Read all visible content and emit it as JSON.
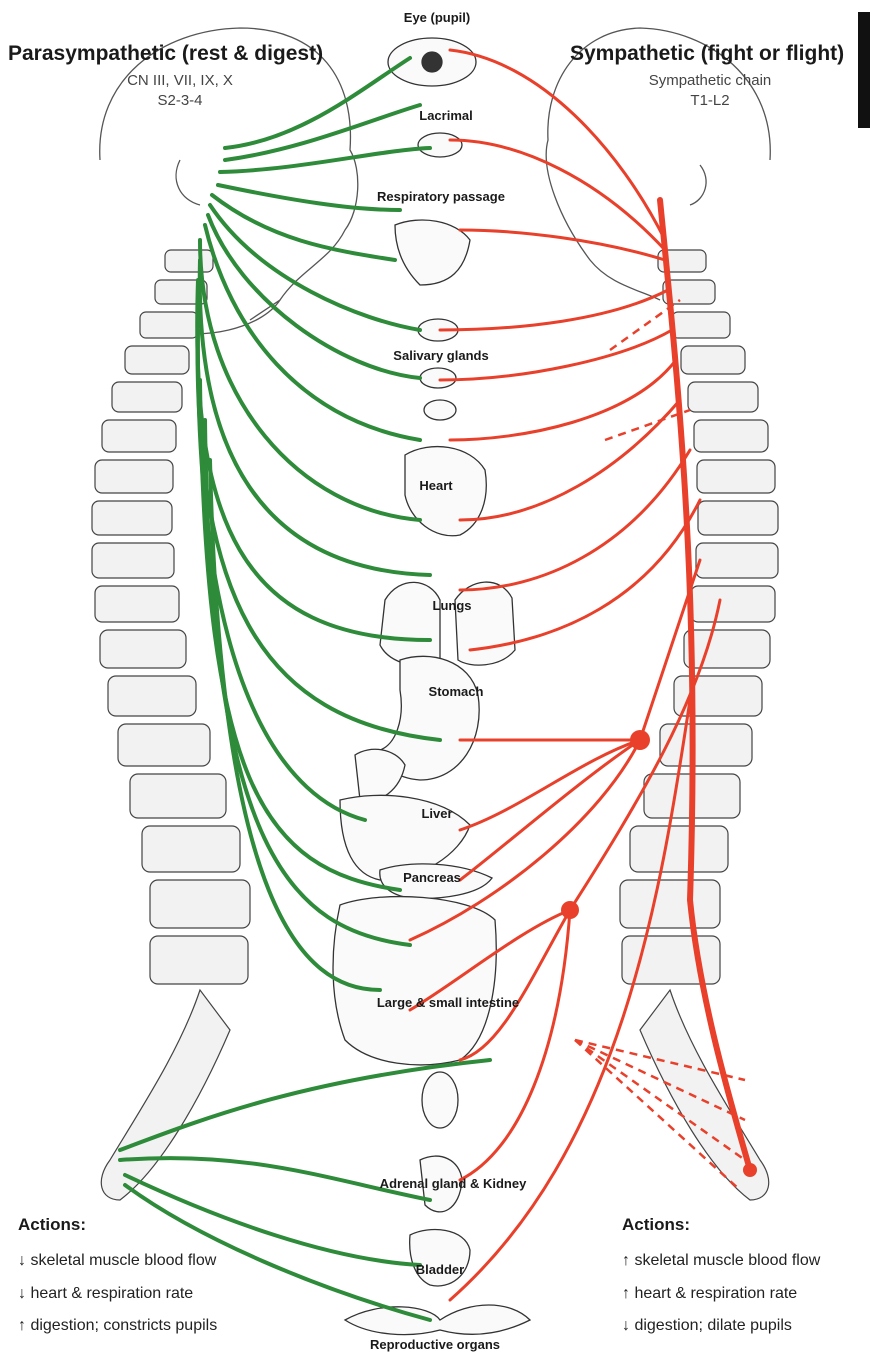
{
  "parasympathetic": {
    "title": "Parasympathetic (rest & digest)",
    "nerves": "CN III, VII, IX, X",
    "segments": "S2-3-4",
    "color": "#2e8b3a",
    "actions_heading": "Actions:",
    "actions": [
      "↓ skeletal muscle blood flow",
      "↓ heart & respiration rate",
      "↑ digestion; constricts pupils"
    ]
  },
  "sympathetic": {
    "title": "Sympathetic (fight or flight)",
    "chain": "Sympathetic chain",
    "segments": "T1-L2",
    "color": "#e8402a",
    "actions_heading": "Actions:",
    "actions": [
      "↑ skeletal muscle blood flow",
      "↑ heart & respiration rate",
      "↓ digestion; dilate pupils"
    ]
  },
  "organs": [
    "Eye (pupil)",
    "Lacrimal",
    "Respiratory passage",
    "Salivary glands",
    "Heart",
    "Lungs",
    "Stomach",
    "Liver",
    "Pancreas",
    "Large & small intestine",
    "Adrenal gland & Kidney",
    "Bladder",
    "Reproductive organs"
  ]
}
